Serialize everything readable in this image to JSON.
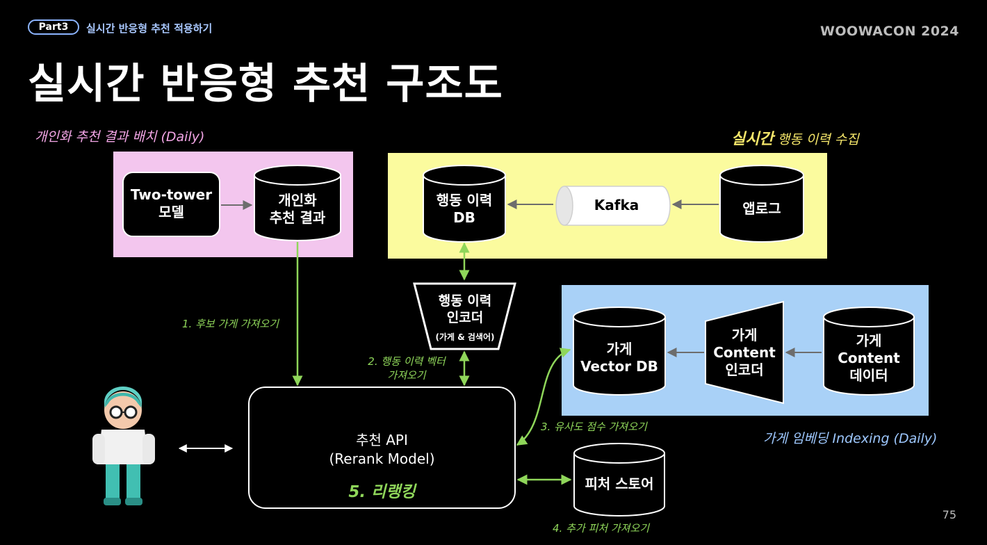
{
  "header": {
    "part_badge": "Part3",
    "part_title": "실시간 반응형 추천 적용하기",
    "brand": "WOOWACON 2024",
    "title": "실시간 반응형 추천 구조도",
    "page_number": "75"
  },
  "sections": {
    "batch": "개인화 추천 결과 배치 (Daily)",
    "realtime_strong": "실시간",
    "realtime_rest": " 행동 이력 수집",
    "embedding": "가게 임베딩 Indexing (Daily)"
  },
  "nodes": {
    "two_tower": [
      "Two-tower",
      "모델"
    ],
    "personal_result": [
      "개인화",
      "추천 결과"
    ],
    "history_db": [
      "행동 이력",
      "DB"
    ],
    "kafka": "Kafka",
    "app_log": "앱로그",
    "history_encoder": [
      "행동 이력",
      "인코더"
    ],
    "history_encoder_note": "(가게 & 검색어)",
    "vector_db": [
      "가게",
      "Vector DB"
    ],
    "content_encoder": [
      "가게",
      "Content",
      "인코더"
    ],
    "content_data": [
      "가게",
      "Content",
      "데이터"
    ],
    "rec_api": [
      "추천 API",
      "(Rerank Model)"
    ],
    "rerank": "5. 리랭킹",
    "feature_store": "피처 스토어"
  },
  "edges": {
    "step1": "1. 후보 가게 가져오기",
    "step2": [
      "2. 행동 이력 벡터",
      "가져오기"
    ],
    "step3": "3. 유사도 점수 가져오기",
    "step4": "4. 추가 피처 가져오기"
  },
  "colors": {
    "pink_panel": "#f3c6ee",
    "yellow_panel": "#fbfb9e",
    "blue_panel": "#a9d1f7",
    "green_arrow": "#8fd65a",
    "batch_label": "#f3a6e6",
    "realtime_label": "#f5e66a",
    "embedding_label": "#9ec8ff"
  }
}
